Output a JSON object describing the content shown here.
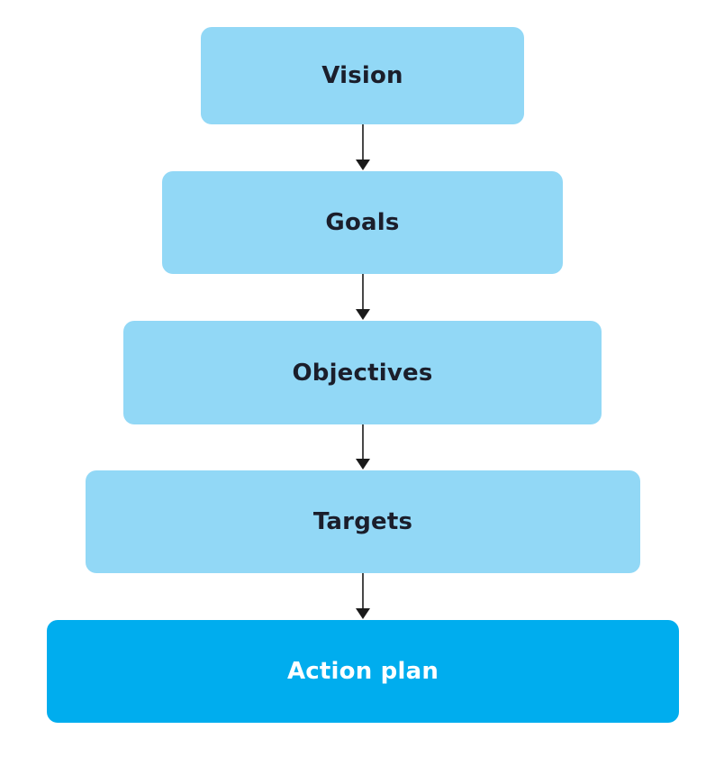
{
  "diagram": {
    "levels": [
      {
        "label": "Vision"
      },
      {
        "label": "Goals"
      },
      {
        "label": "Objectives"
      },
      {
        "label": "Targets"
      },
      {
        "label": "Action plan"
      }
    ],
    "colors": {
      "light_box": "#92d8f6",
      "dark_box": "#00adee",
      "dark_text": "#1b1e2b",
      "light_text": "#ffffff",
      "arrow": "#1a1a1a"
    }
  }
}
